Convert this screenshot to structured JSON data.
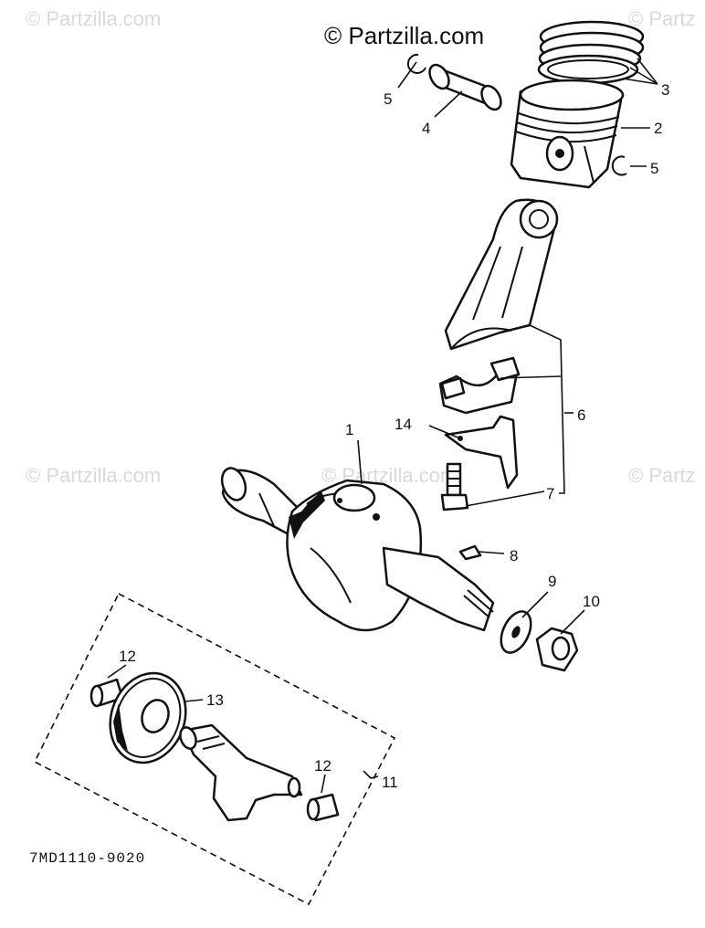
{
  "watermarks": {
    "main": "© Partzilla.com",
    "faint": "© Partzilla.com",
    "faint_cut": "© Partz"
  },
  "callouts": [
    "1",
    "2",
    "3",
    "4",
    "5",
    "5",
    "6",
    "7",
    "8",
    "9",
    "10",
    "11",
    "12",
    "12",
    "13",
    "14"
  ],
  "drawing_code": "7MD1110-9020"
}
